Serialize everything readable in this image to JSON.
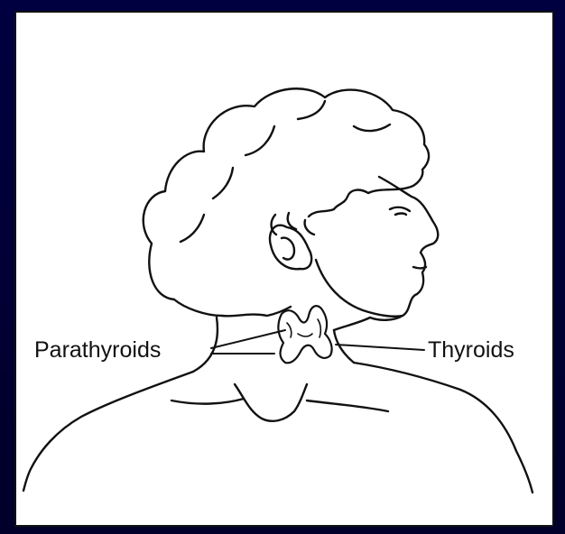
{
  "diagram": {
    "labels": {
      "left": "Parathyroids",
      "right": "Thyroids"
    },
    "icons": [
      "head-neck-profile",
      "thyroid-gland"
    ],
    "colors": {
      "background": "#000033",
      "panel": "#ffffff",
      "ink": "#111111"
    }
  }
}
